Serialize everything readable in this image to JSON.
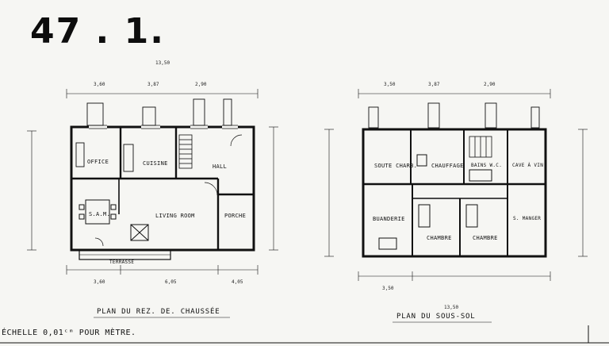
{
  "plate": {
    "number": "47 . 1."
  },
  "ground_floor": {
    "title": "PLAN DU REZ. DE. CHAUSSÉE",
    "rooms": {
      "office": "OFFICE",
      "cuisine": "CUISINE",
      "hall": "HALL",
      "salle_a_manger": "S.A.M.",
      "living_room": "LIVING ROOM",
      "porche": "PORCHE",
      "terrasse": "TERRASSE"
    },
    "dimensions": {
      "total_top": "13,50",
      "top_a": "3,60",
      "top_b": "3,87",
      "top_c": "2,90",
      "bottom_a": "3,60",
      "bottom_b": "6,05",
      "bottom_c": "4,05"
    }
  },
  "basement": {
    "title": "PLAN DU SOUS-SOL",
    "rooms": {
      "soute_charb": "SOUTE CHARB.",
      "chauffage": "CHAUFFAGE",
      "bains_wc": "BAINS W.C.",
      "cave_a_vin": "CAVE À VIN",
      "buanderie": "BUANDERIE",
      "chambre_1": "CHAMBRE",
      "chambre_2": "CHAMBRE",
      "s_manger": "S. MANGER"
    },
    "dimensions": {
      "top_a": "3,50",
      "top_b": "3,87",
      "top_c": "2,90",
      "bottom_a": "3,50",
      "bottom_total": "13,50"
    }
  },
  "scale_note": "ÉCHELLE 0,01ᶜᵐ POUR MÈTRE."
}
